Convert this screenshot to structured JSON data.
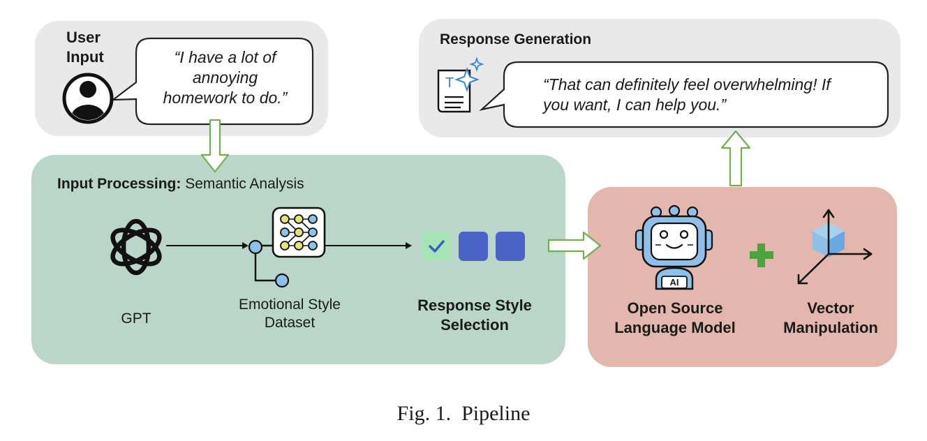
{
  "user_input": {
    "title_line1": "User",
    "title_line2": "Input",
    "quote_line1": "“I have a lot of",
    "quote_line2": "annoying",
    "quote_line3": "homework to do.”"
  },
  "input_processing": {
    "title_bold": "Input Processing:",
    "title_rest": " Semantic Analysis",
    "gpt_label": "GPT",
    "dataset_label_line1": "Emotional Style",
    "dataset_label_line2": "Dataset",
    "selection_label_line1": "Response Style",
    "selection_label_line2": "Selection"
  },
  "model_panel": {
    "model_label_line1": "Open Source",
    "model_label_line2": "Language Model",
    "vector_label_line1": "Vector",
    "vector_label_line2": "Manipulation",
    "robot_badge": "AI"
  },
  "response_generation": {
    "title": "Response Generation",
    "quote_line1": "“That can definitely feel overwhelming! If",
    "quote_line2": "you want, I can help you.”",
    "doc_letter": "T"
  },
  "caption": "Fig. 1.  Pipeline",
  "colors": {
    "grey_panel": "#e9e9e9",
    "green_panel": "#b9d6c9",
    "rose_panel": "#e3b7ad",
    "arrow_green": "#6fb04a",
    "node_blue": "#8ec0e8",
    "node_yellow": "#e4e47a",
    "style_check": "#a6e4b6",
    "style_block": "#4a63c7",
    "plus_green": "#4aa33c"
  }
}
